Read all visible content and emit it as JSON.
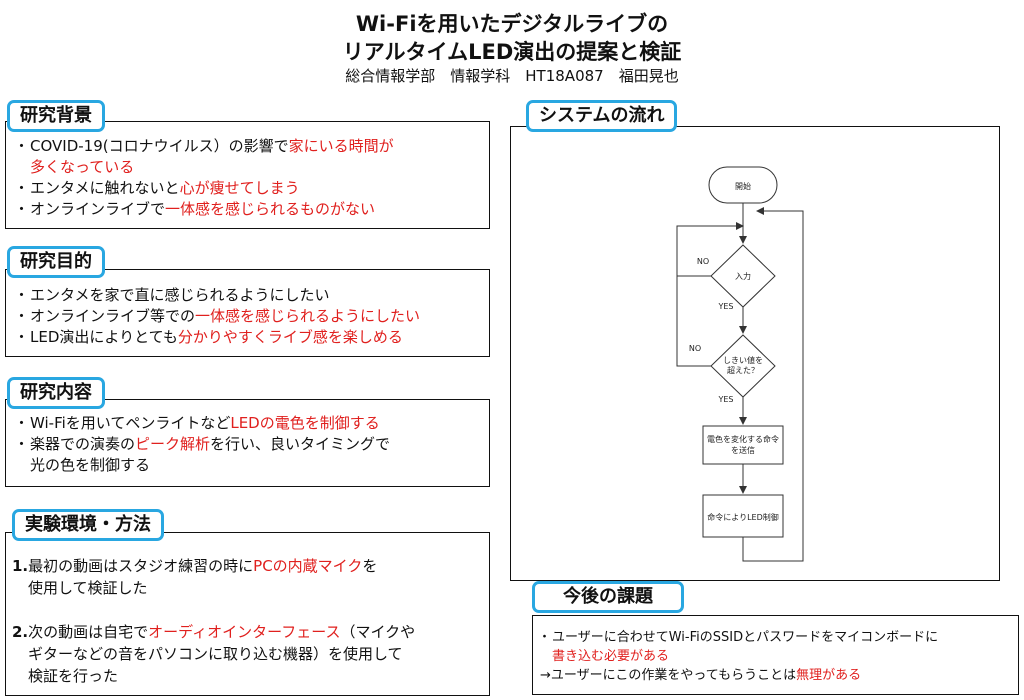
{
  "header": {
    "title_line1": "Wi-Fiを用いたデジタルライブの",
    "title_line2": "リアルタイムLED演出の提案と検証",
    "author": "総合情報学部　情報学科　HT18A087　福田晃也"
  },
  "background": {
    "heading": "研究背景",
    "items": [
      {
        "a": "COVID-19(コロナウイルス）の影響で",
        "r": "家にいる時間が",
        "cont": "多くなっている"
      },
      {
        "a": "エンタメに触れないと",
        "r": "心が痩せてしまう"
      },
      {
        "a": "オンラインライブで",
        "r": "一体感を感じられるものがない"
      }
    ]
  },
  "purpose": {
    "heading": "研究目的",
    "items": [
      {
        "a": "エンタメを家で直に感じられるようにしたい",
        "r": ""
      },
      {
        "a": "オンラインライブ等での",
        "r": "一体感を感じられるようにしたい"
      },
      {
        "a": "LED演出によりとても",
        "r": "分かりやすくライブ感を楽しめる"
      }
    ]
  },
  "content": {
    "heading": "研究内容",
    "items": [
      {
        "a": "Wi-Fiを用いてペンライトなど",
        "r": "LEDの電色を制御する",
        "b": ""
      },
      {
        "a": "楽器での演奏の",
        "r": "ピーク解析",
        "b": "を行い、良いタイミングで",
        "cont": "光の色を制御する"
      }
    ]
  },
  "experiment": {
    "heading": "実験環境・方法",
    "items": [
      {
        "num": "1.",
        "a": "最初の動画はスタジオ練習の時に",
        "r": "PCの内蔵マイク",
        "b": "を",
        "cont": [
          "使用して検証した"
        ]
      },
      {
        "num": "2.",
        "a": "次の動画は自宅で",
        "r": "オーディオインターフェース",
        "b": "（マイクや",
        "cont": [
          "ギターなどの音をパソコンに取り込む機器）を使用して",
          "検証を行った"
        ]
      }
    ]
  },
  "system_flow": {
    "heading": "システムの流れ",
    "start": "開始",
    "input": "入力",
    "threshold_l1": "しきい値を",
    "threshold_l2": "超えた？",
    "yes1": "YES",
    "no1": "NO",
    "yes2": "YES",
    "no2": "NO",
    "send_l1": "電色を変化する命令",
    "send_l2": "を送信",
    "control": "命令によりLED制御"
  },
  "future": {
    "heading": "今後の課題",
    "line1": "ユーザーに合わせてWi-FiのSSIDとパスワードをマイコンボードに",
    "line1_red": "書き込む必要がある",
    "line2_a": "→ユーザーにこの作業をやってもらうことは",
    "line2_r": "無理がある"
  },
  "colors": {
    "label_border": "#29a7e1",
    "highlight": "#e0201e"
  }
}
